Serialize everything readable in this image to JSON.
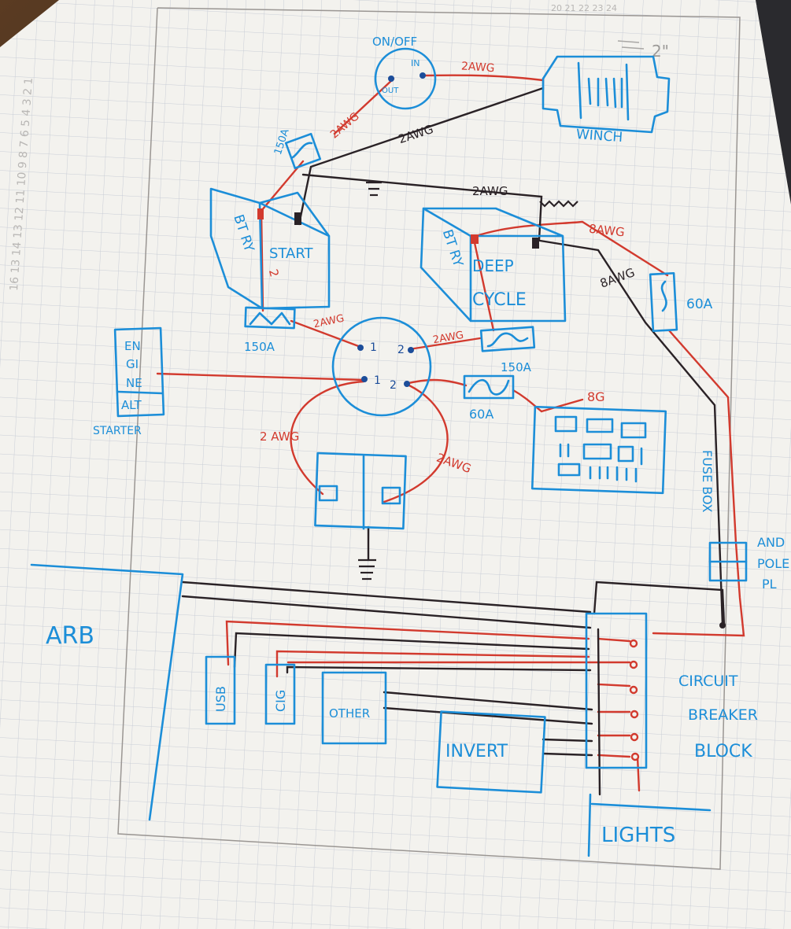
{
  "labels": {
    "switch": "ON/OFF",
    "switch_in": "IN",
    "switch_out": "OUT",
    "winch": "WINCH",
    "batt_start_side": "BT RY",
    "batt_start": "START",
    "batt_deep_side": "BT RY",
    "batt_deep_1": "DEEP",
    "batt_deep_2": "CYCLE",
    "fuse_150a_top": "150A",
    "fuse_150a_left": "150A",
    "fuse_150a_right": "150A",
    "fuse_60a_mid": "60A",
    "fuse_60a_right": "60A",
    "engine_1": "EN",
    "engine_2": "GI",
    "engine_3": "NE",
    "engine_4": "ALT",
    "starter": "STARTER",
    "fusebox": "FUSE BOX",
    "anderson_1": "AND",
    "anderson_2": "POLE",
    "anderson_3": "PL",
    "arb": "ARB",
    "usb": "USB",
    "cig": "CIG",
    "other": "OTHER",
    "invert": "INVERT",
    "cb_1": "CIRCUIT",
    "cb_2": "BREAKER",
    "cb_3": "BLOCK",
    "lights": "LIGHTS",
    "awg_red_top": "2AWG",
    "awg_red_diag": "2AWG",
    "awg_black_winch": "2AWG",
    "awg_black_mid": "2AWG",
    "awg_left_start": "2AWG",
    "awg_right_deep": "2AWG",
    "awg_loop_left": "2 AWG",
    "awg_loop_right": "2AWG",
    "awg_8_red": "8AWG",
    "awg_8_black": "8AWG",
    "awg_8g": "8G",
    "awg_2_vertical": "2",
    "iso_1a": "1",
    "iso_2a": "2",
    "iso_1b": "1",
    "iso_2b": "2",
    "scale_mark": "2\"",
    "ruler_top": "20 21 22 23 24",
    "ruler_left": "16 13 14 13 12 11 10 9 8 7 6 5 4 3 2 1"
  },
  "colors": {
    "ink_blue": "#1c8ed8",
    "ink_red": "#d23a2e",
    "ink_black": "#2a2226",
    "paper": "#f3f2ee",
    "grid": "#c9cdd6"
  }
}
